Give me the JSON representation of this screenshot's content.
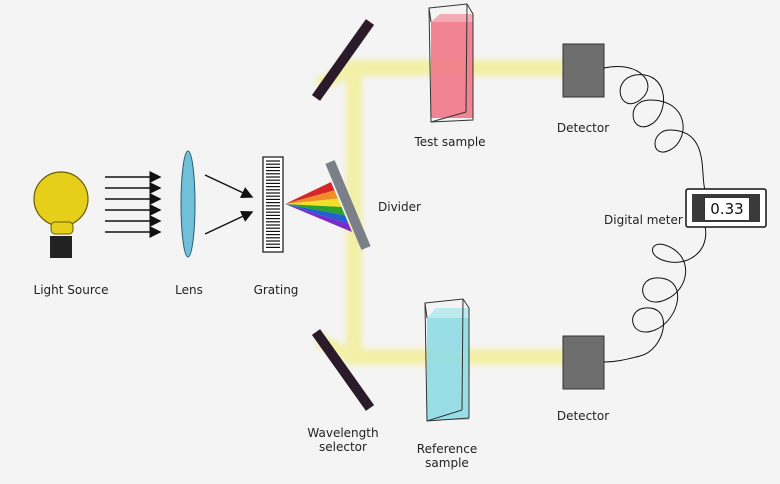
{
  "labels": {
    "light_source": "Light Source",
    "lens": "Lens",
    "grating": "Grating",
    "divider": "Divider",
    "test_sample": "Test sample",
    "detector_top": "Detector",
    "detector_bottom": "Detector",
    "digital_meter": "Digital meter",
    "wavelength_selector_line1": "Wavelength",
    "wavelength_selector_line2": "selector",
    "reference_sample_line1": "Reference",
    "reference_sample_line2": "sample"
  },
  "meter": {
    "reading": "0.33"
  },
  "colors": {
    "background": "#f4f4f4",
    "beam": "#f2ee8c",
    "bulb": "#e6cf1a",
    "lens": "#6fc0d8",
    "mirror": "#2a1a2a",
    "divider": "#7a7f88",
    "test_sample": "#f07888",
    "reference_sample": "#8fdce6",
    "detector": "#6e6e6e"
  },
  "spectrum_colors": [
    "#d62828",
    "#f28c28",
    "#f2e028",
    "#2ca02c",
    "#2060d0",
    "#7a2cc8"
  ]
}
